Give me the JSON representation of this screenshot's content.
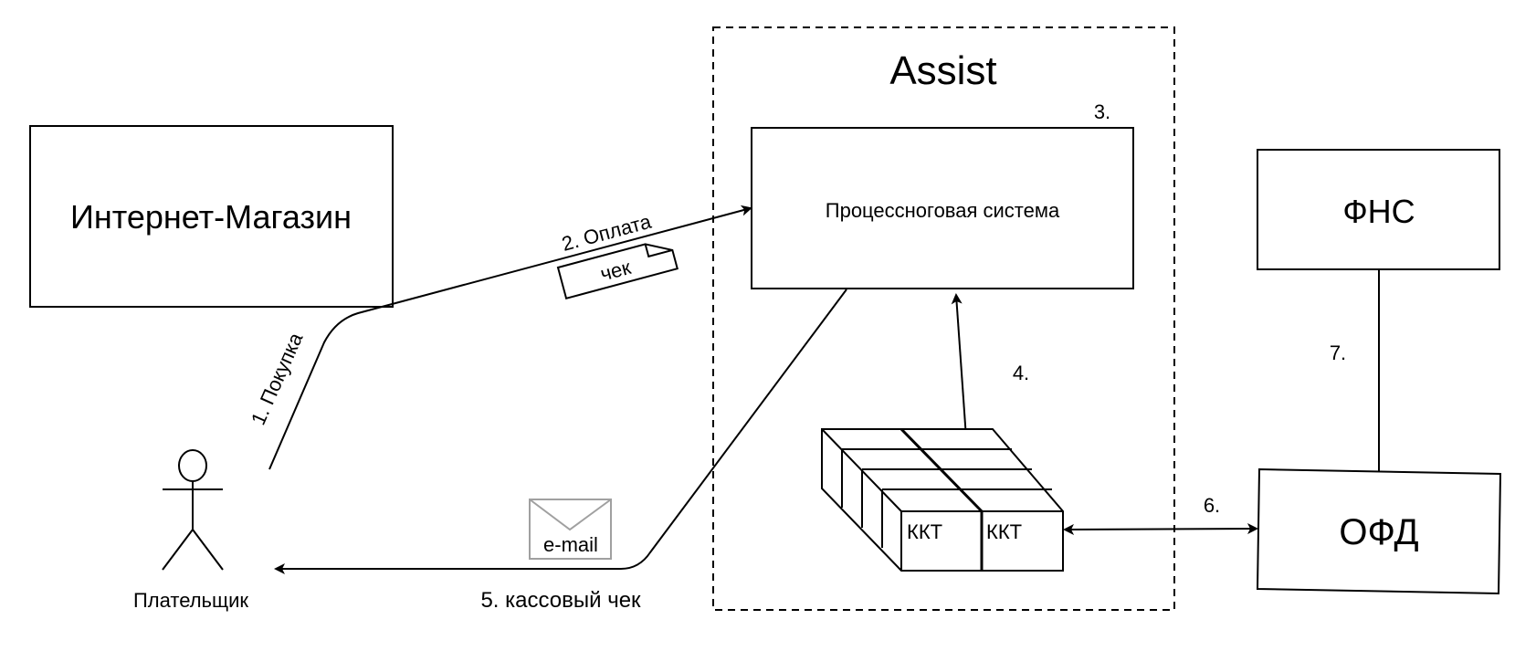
{
  "diagram": {
    "group": {
      "label": "Assist",
      "step": "3."
    },
    "nodes": {
      "shop": "Интернет-Магазин",
      "processing": "Процессноговая система",
      "fns": "ФНС",
      "ofd": "ОФД",
      "payer": "Плательщик",
      "kkt_left": "ККТ",
      "kkt_right": "ККТ"
    },
    "edges": {
      "purchase": "1. Покупка",
      "payment": "2. Оплата",
      "receipt_doc": "чек",
      "step4": "4.",
      "cash_receipt": "5. кассовый чек",
      "email": "e-mail",
      "step6": "6.",
      "step7": "7."
    },
    "colors": {
      "stroke": "#000000",
      "email_stroke": "#a0a0a0"
    }
  }
}
